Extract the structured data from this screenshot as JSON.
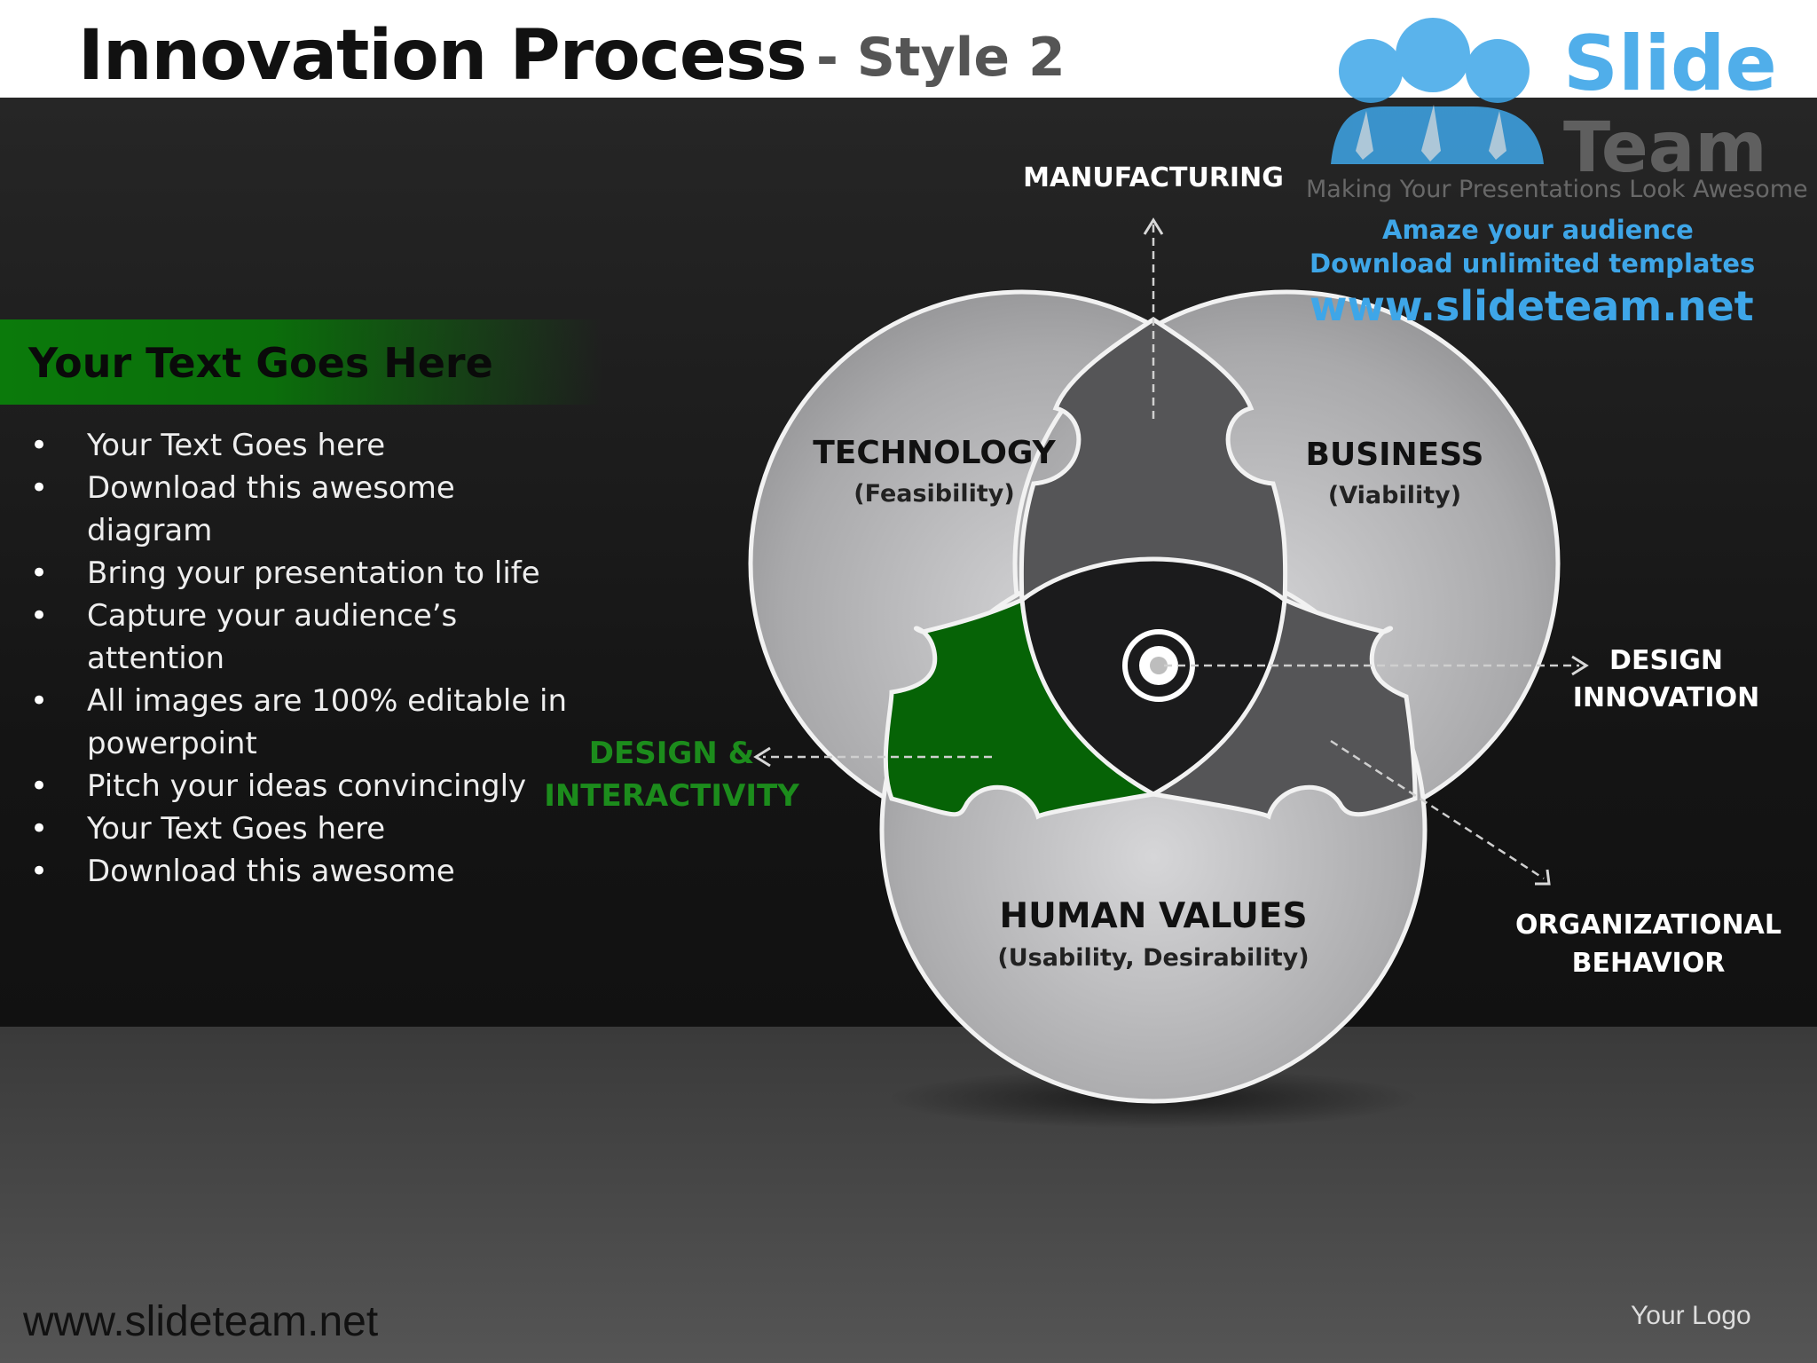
{
  "header": {
    "title_main": "Innovation Process",
    "title_sub": "- Style 2"
  },
  "sidebar": {
    "heading": "Your Text Goes Here",
    "bullets": [
      "Your Text Goes here",
      "Download this awesome diagram",
      "Bring your presentation to life",
      "Capture your audience’s attention",
      "All images are 100% editable in powerpoint",
      "Pitch your ideas convincingly",
      "Your Text Goes here",
      "Download this awesome"
    ]
  },
  "diagram": {
    "technology": {
      "label": "TECHNOLOGY",
      "sub": "(Feasibility)"
    },
    "business": {
      "label": "BUSINESS",
      "sub": "(Viability)"
    },
    "human_values": {
      "label": "HUMAN VALUES",
      "sub": "(Usability, Desirability)"
    },
    "manufacturing": "MANUFACTURING",
    "design_innovation": [
      "DESIGN",
      "INNOVATION"
    ],
    "design_interactivity": [
      "DESIGN &",
      "INTERACTIVITY"
    ],
    "organizational_behavior": [
      "ORGANIZATIONAL",
      "BEHAVIOR"
    ]
  },
  "watermark": {
    "brand_top": "Slide",
    "brand_bottom": "Team",
    "tagline": "Making Your Presentations Look Awesome",
    "line1": "Amaze your audience",
    "line2": "Download unlimited templates",
    "url": "www.slideteam.net"
  },
  "footer": {
    "url": "www.slideteam.net",
    "logo": "Your Logo"
  },
  "colors": {
    "accent_green": "#0a6b0a",
    "green_text": "#1c8c1c",
    "watermark_blue": "#3ea6e8"
  }
}
